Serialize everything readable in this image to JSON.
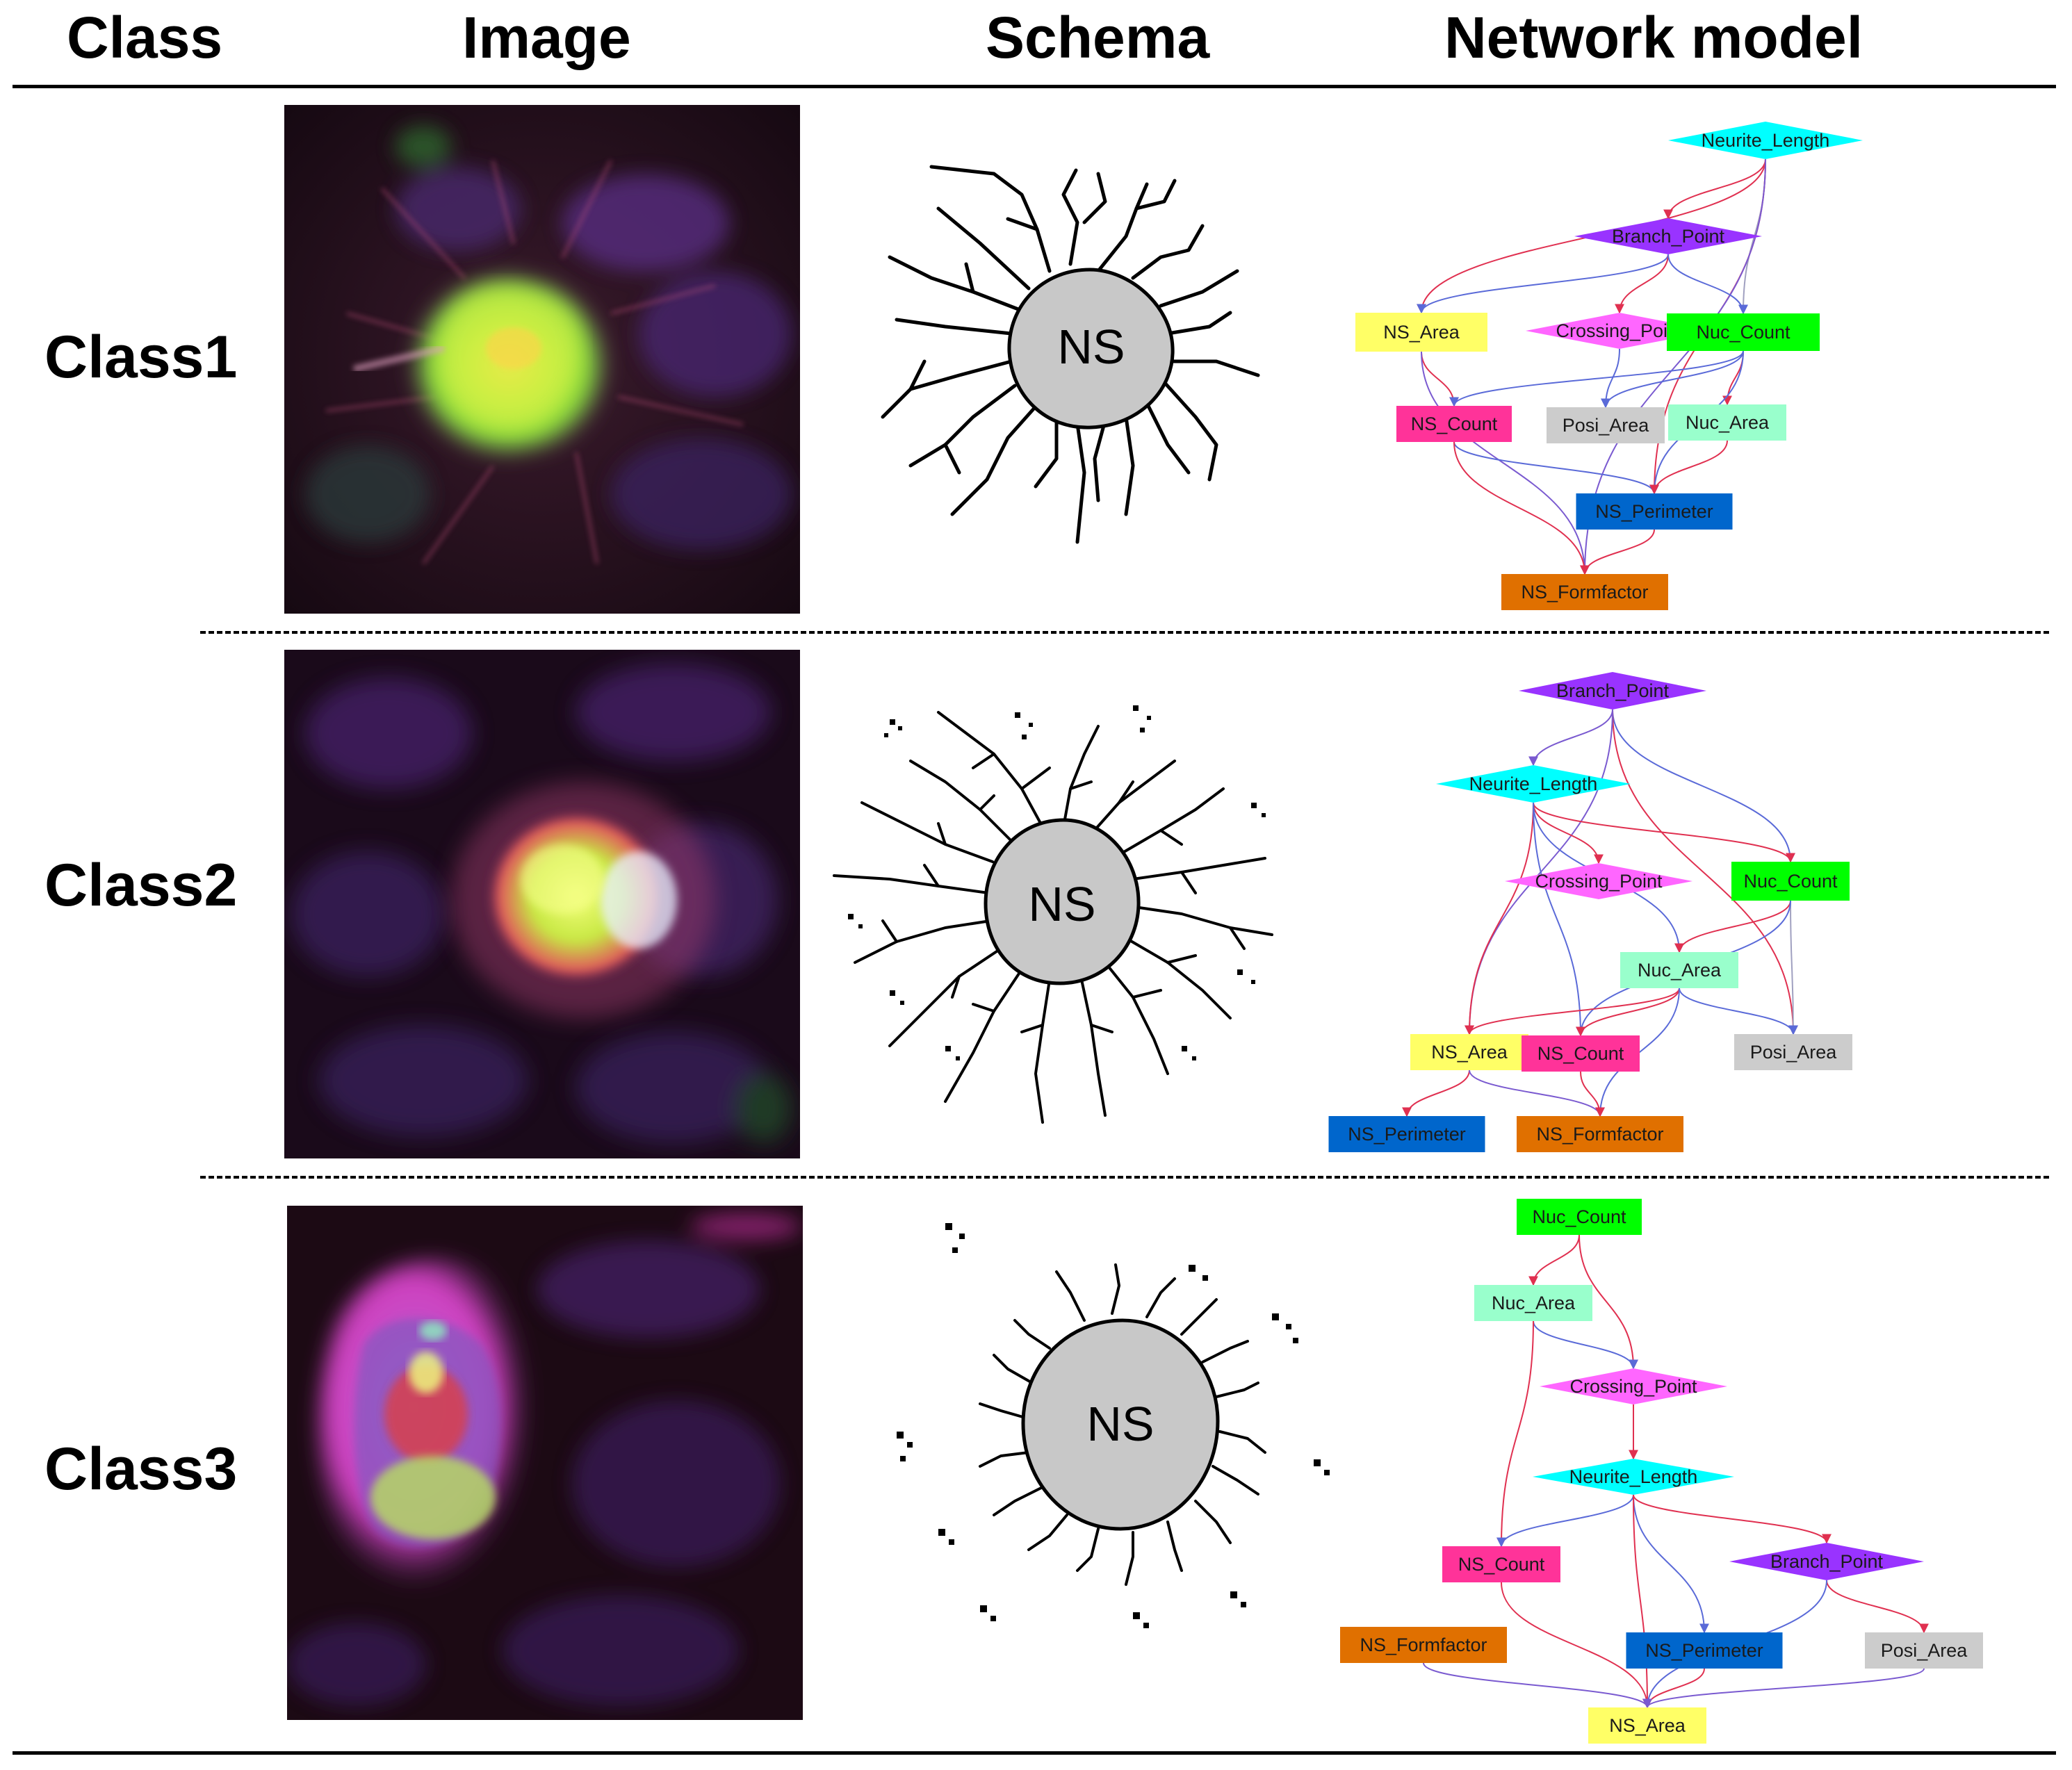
{
  "headers": {
    "class": "Class",
    "image": "Image",
    "schema": "Schema",
    "network": "Network model"
  },
  "rows": [
    {
      "label": "Class1",
      "schema_center": "NS",
      "network": {
        "nodes": [
          {
            "id": "neurite_length",
            "label": "Neurite_Length",
            "shape": "diamond",
            "color": "#00ffff"
          },
          {
            "id": "branch_point",
            "label": "Branch_Point",
            "shape": "diamond",
            "color": "#9933ff"
          },
          {
            "id": "ns_area",
            "label": "NS_Area",
            "shape": "rect",
            "color": "#ffff66"
          },
          {
            "id": "crossing_point",
            "label": "Crossing_Point",
            "shape": "diamond",
            "color": "#ff66ff"
          },
          {
            "id": "nuc_count",
            "label": "Nuc_Count",
            "shape": "rect",
            "color": "#00ff00"
          },
          {
            "id": "ns_count",
            "label": "NS_Count",
            "shape": "rect",
            "color": "#ff3399"
          },
          {
            "id": "posi_area",
            "label": "Posi_Area",
            "shape": "rect",
            "color": "#cccccc"
          },
          {
            "id": "nuc_area",
            "label": "Nuc_Area",
            "shape": "rect",
            "color": "#99ffcc"
          },
          {
            "id": "ns_perimeter",
            "label": "NS_Perimeter",
            "shape": "rect",
            "color": "#0066cc"
          },
          {
            "id": "ns_formfactor",
            "label": "NS_Formfactor",
            "shape": "rect",
            "color": "#e07000"
          }
        ]
      }
    },
    {
      "label": "Class2",
      "schema_center": "NS",
      "network": {
        "nodes": [
          {
            "id": "branch_point",
            "label": "Branch_Point",
            "shape": "diamond",
            "color": "#9933ff"
          },
          {
            "id": "neurite_length",
            "label": "Neurite_Length",
            "shape": "diamond",
            "color": "#00ffff"
          },
          {
            "id": "crossing_point",
            "label": "Crossing_Point",
            "shape": "diamond",
            "color": "#ff66ff"
          },
          {
            "id": "nuc_count",
            "label": "Nuc_Count",
            "shape": "rect",
            "color": "#00ff00"
          },
          {
            "id": "nuc_area",
            "label": "Nuc_Area",
            "shape": "rect",
            "color": "#99ffcc"
          },
          {
            "id": "ns_area",
            "label": "NS_Area",
            "shape": "rect",
            "color": "#ffff66"
          },
          {
            "id": "ns_count",
            "label": "NS_Count",
            "shape": "rect",
            "color": "#ff3399"
          },
          {
            "id": "posi_area",
            "label": "Posi_Area",
            "shape": "rect",
            "color": "#cccccc"
          },
          {
            "id": "ns_perimeter",
            "label": "NS_Perimeter",
            "shape": "rect",
            "color": "#0066cc"
          },
          {
            "id": "ns_formfactor",
            "label": "NS_Formfactor",
            "shape": "rect",
            "color": "#e07000"
          }
        ]
      }
    },
    {
      "label": "Class3",
      "schema_center": "NS",
      "network": {
        "nodes": [
          {
            "id": "nuc_count",
            "label": "Nuc_Count",
            "shape": "rect",
            "color": "#00ff00"
          },
          {
            "id": "nuc_area",
            "label": "Nuc_Area",
            "shape": "rect",
            "color": "#99ffcc"
          },
          {
            "id": "crossing_point",
            "label": "Crossing_Point",
            "shape": "diamond",
            "color": "#ff66ff"
          },
          {
            "id": "neurite_length",
            "label": "Neurite_Length",
            "shape": "diamond",
            "color": "#00ffff"
          },
          {
            "id": "ns_count",
            "label": "NS_Count",
            "shape": "rect",
            "color": "#ff3399"
          },
          {
            "id": "branch_point",
            "label": "Branch_Point",
            "shape": "diamond",
            "color": "#9933ff"
          },
          {
            "id": "ns_formfactor",
            "label": "NS_Formfactor",
            "shape": "rect",
            "color": "#e07000"
          },
          {
            "id": "ns_perimeter",
            "label": "NS_Perimeter",
            "shape": "rect",
            "color": "#0066cc"
          },
          {
            "id": "posi_area",
            "label": "Posi_Area",
            "shape": "rect",
            "color": "#cccccc"
          },
          {
            "id": "ns_area",
            "label": "NS_Area",
            "shape": "rect",
            "color": "#ffff66"
          }
        ]
      }
    }
  ]
}
